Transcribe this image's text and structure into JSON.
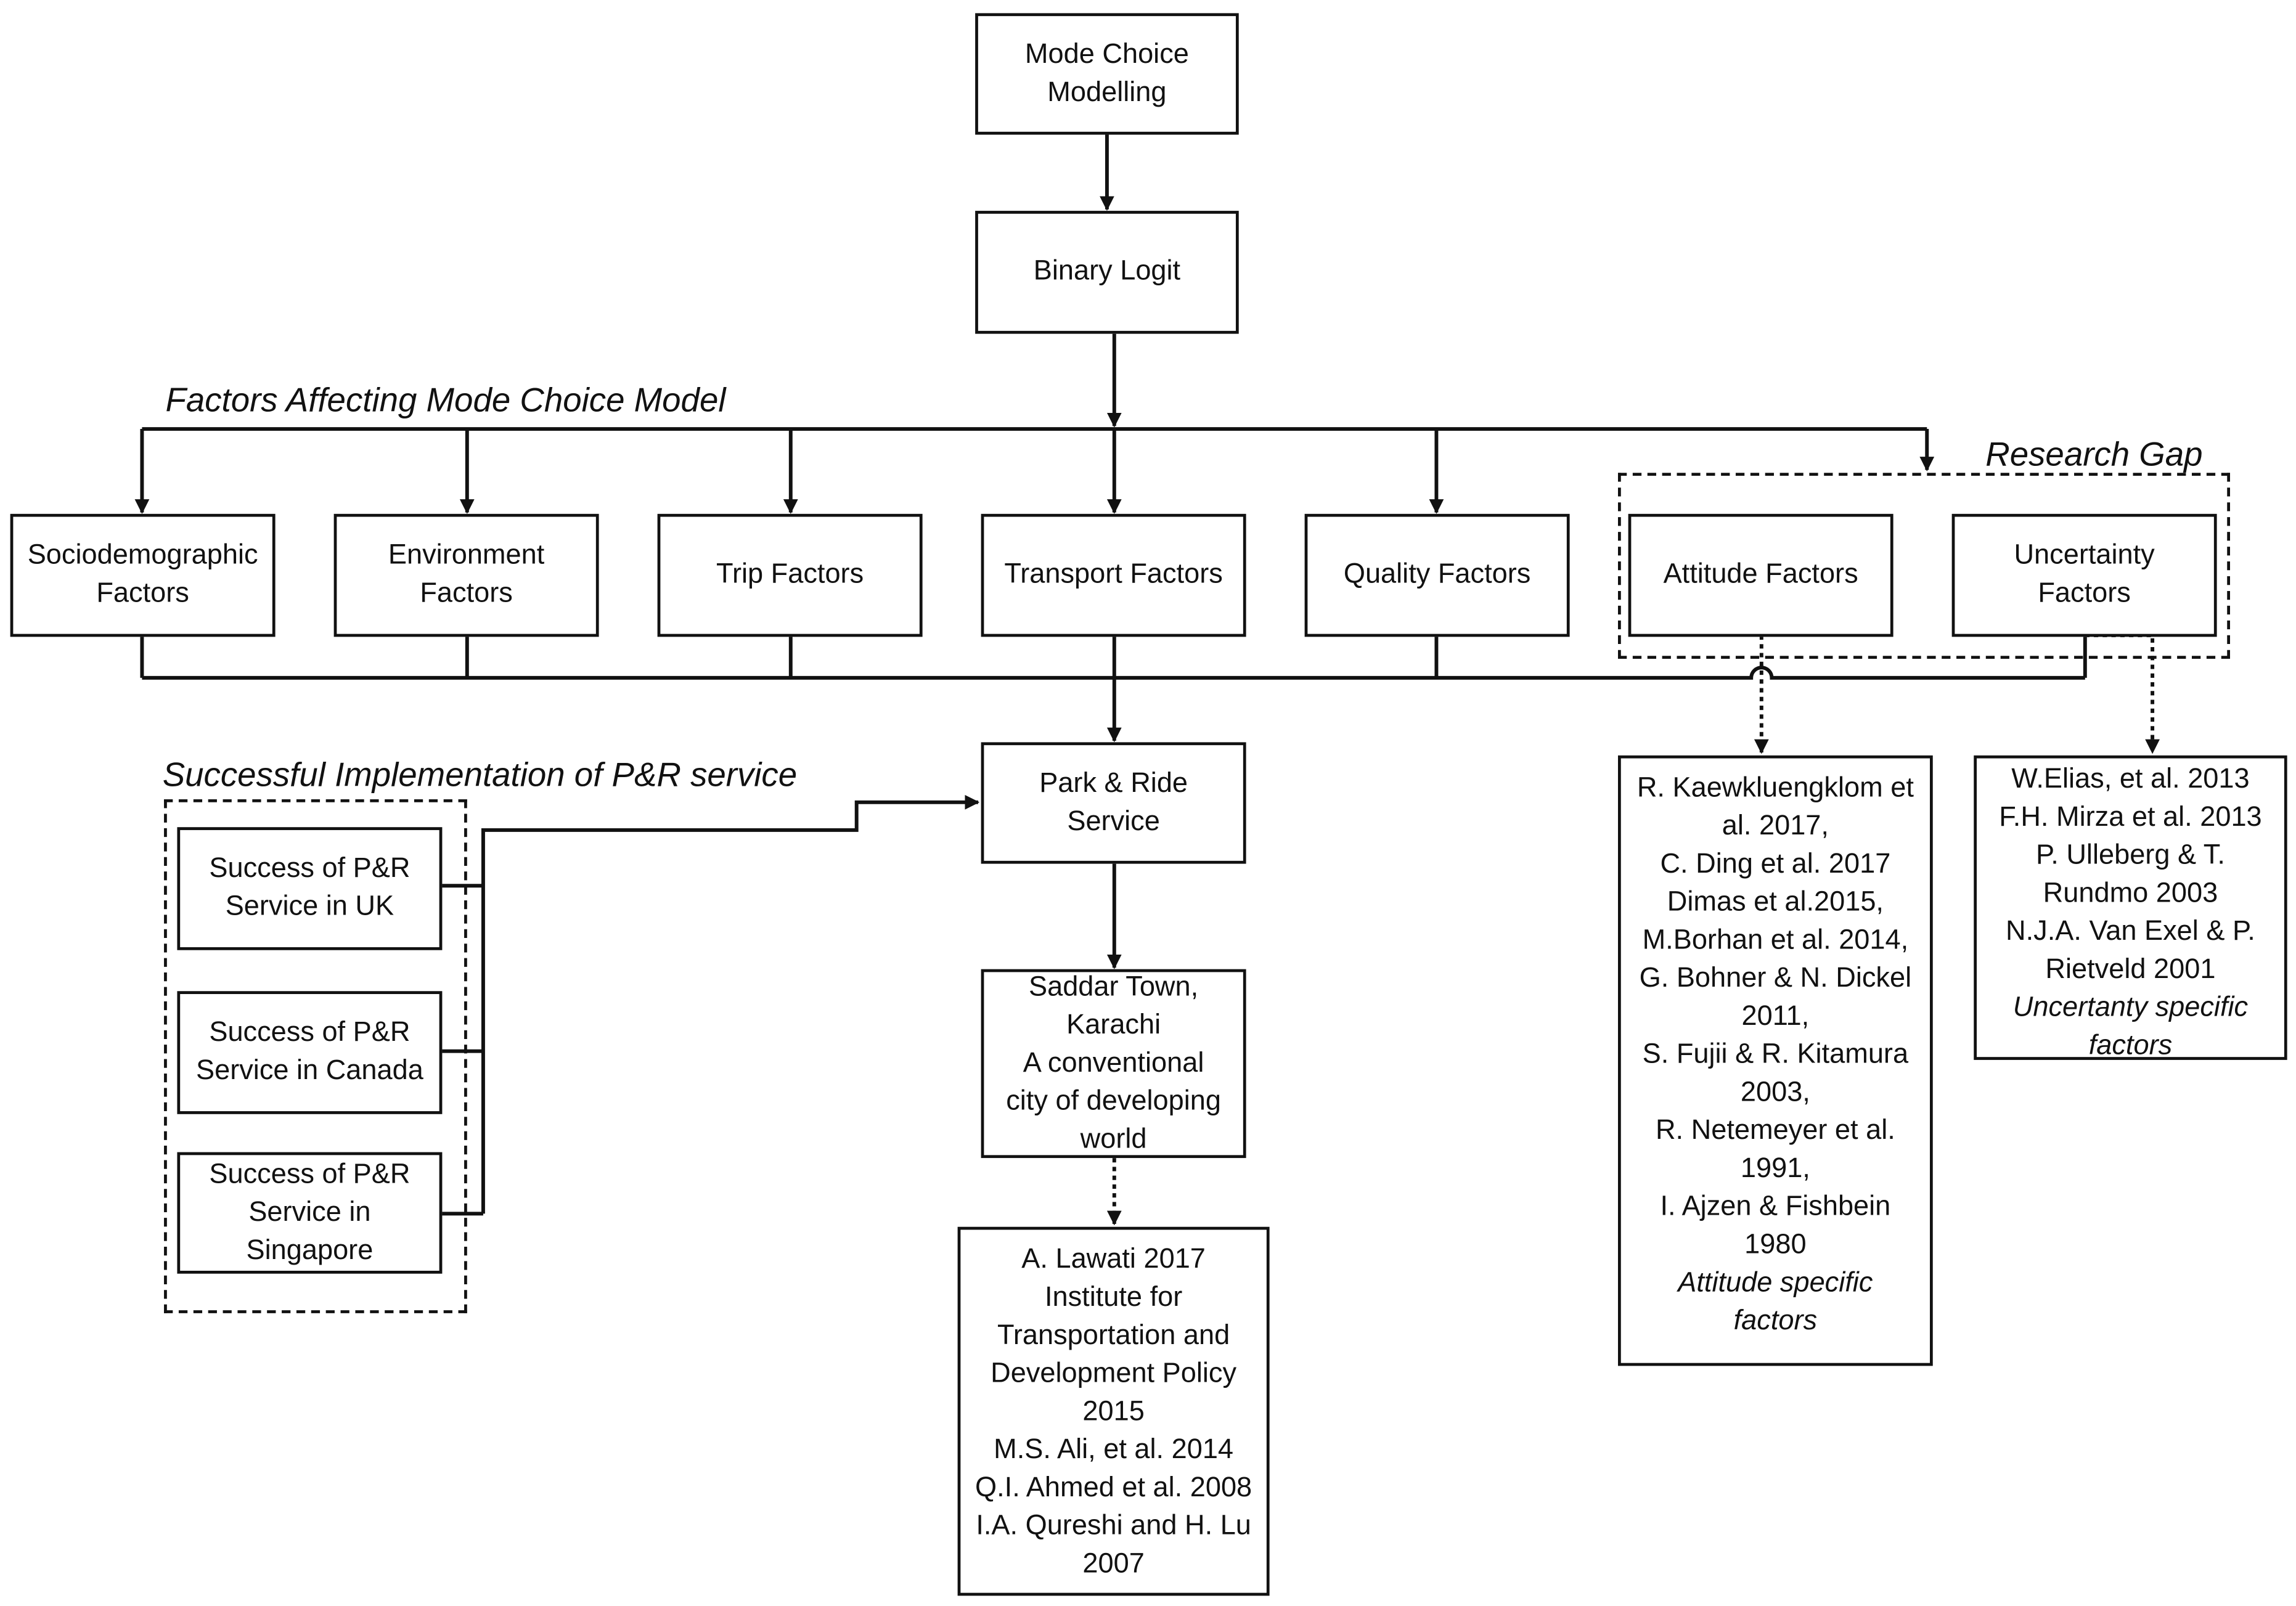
{
  "top": {
    "mode_choice": "Mode Choice\nModelling",
    "binary_logit": "Binary Logit"
  },
  "headings": {
    "factors": "Factors Affecting Mode Choice Model",
    "research_gap": "Research Gap",
    "implementation": "Successful Implementation of P&R service"
  },
  "factors": [
    "Sociodemographic\nFactors",
    "Environment\nFactors",
    "Trip Factors",
    "Transport Factors",
    "Quality Factors",
    "Attitude Factors",
    "Uncertainty\nFactors"
  ],
  "park_ride": "Park & Ride\nService",
  "saddar": "Saddar Town,\nKarachi\nA conventional\ncity of developing\nworld",
  "success": [
    "Success of P&R\nService in UK",
    "Success of P&R\nService in Canada",
    "Success of P&R\nService in\nSingapore"
  ],
  "refs_karachi": [
    "A. Lawati 2017",
    "Institute for",
    "Transportation and",
    "Development Policy",
    "2015",
    "M.S. Ali, et al. 2014",
    "Q.I. Ahmed et al. 2008",
    "I.A. Qureshi and H. Lu",
    "2007"
  ],
  "refs_attitude": [
    "R. Kaewkluengklom et",
    "al. 2017,",
    "C. Ding et al. 2017",
    "Dimas et al.2015,",
    "M.Borhan et al. 2014,",
    "G. Bohner & N. Dickel",
    "2011,",
    "S. Fujii & R. Kitamura",
    "2003,",
    "R. Netemeyer et al.",
    "1991,",
    "I. Ajzen & Fishbein",
    "1980"
  ],
  "refs_attitude_note": "Attitude specific\nfactors",
  "refs_uncertainty": [
    "W.Elias, et al. 2013",
    "F.H. Mirza et al. 2013",
    "P. Ulleberg & T.",
    "Rundmo 2003",
    "N.J.A. Van Exel & P.",
    "Rietveld 2001"
  ],
  "refs_uncertainty_note": "Uncertanty specific\nfactors"
}
